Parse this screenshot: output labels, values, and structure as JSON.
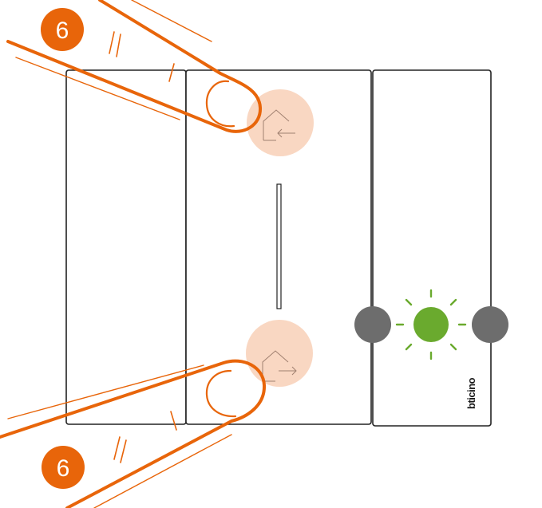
{
  "steps": {
    "top": "6",
    "bottom": "6"
  },
  "device": {
    "brand": "bticino",
    "led_status": "on",
    "led_color": "#6aaa2e"
  },
  "buttons": {
    "upper_icon": "house-arrow-left-icon",
    "lower_icon": "house-arrow-right-icon"
  },
  "colors": {
    "accent": "#e8650a",
    "press_highlight": "#f7c9ad",
    "neutral_dot": "#6d6d6d",
    "outline": "#222222"
  }
}
